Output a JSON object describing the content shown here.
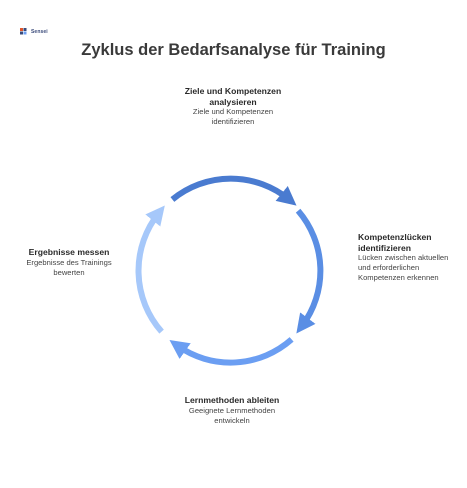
{
  "logo": {
    "text": "Sensei"
  },
  "title": "Zyklus der Bedarfsanalyse für Training",
  "steps": [
    {
      "head": "Ziele und Kompetenzen analysieren",
      "desc": "Ziele und Kompetenzen identifizieren",
      "color": "#4a7bd0"
    },
    {
      "head": "Kompetenzlücken identifizieren",
      "desc": "Lücken zwischen aktuellen und erforderlichen Kompetenzen erkennen",
      "color": "#5a8ee4"
    },
    {
      "head": "Lernmethoden ableiten",
      "desc": "Geeignete Lernmethoden entwickeln",
      "color": "#6b9ef2"
    },
    {
      "head": "Ergebnisse messen",
      "desc": "Ergebnisse des Trainings bewerten",
      "color": "#a6c8fa"
    }
  ]
}
